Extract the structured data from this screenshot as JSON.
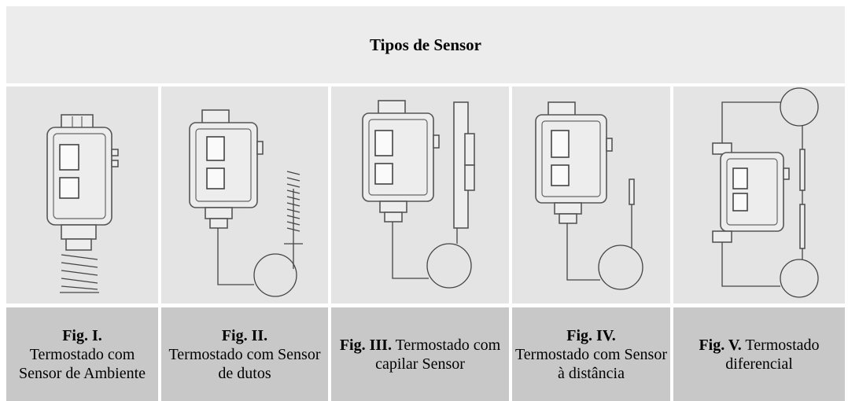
{
  "header": {
    "title": "Tipos de Sensor"
  },
  "figures": [
    {
      "label": "Fig. I.",
      "text": "Termostado com Sensor de Ambiente",
      "icon": "room-sensor-thermostat-icon"
    },
    {
      "label": "Fig. II.",
      "text": "Termostado com Sensor de dutos",
      "icon": "duct-sensor-thermostat-icon"
    },
    {
      "label": "Fig. III.",
      "text": "Termostado com capilar Sensor",
      "icon": "capillary-sensor-thermostat-icon"
    },
    {
      "label": "Fig. IV.",
      "text": "Termostado com Sensor à distância",
      "icon": "remote-sensor-thermostat-icon"
    },
    {
      "label": "Fig. V.",
      "text": "Termostado diferencial",
      "icon": "differential-thermostat-icon"
    }
  ]
}
